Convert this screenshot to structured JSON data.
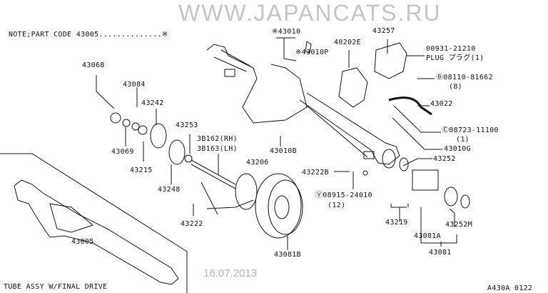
{
  "note": "NOTE;PART CODE 43005..............※",
  "watermark": "WWW.JAPANCATS.RU",
  "date_stamp": "16.07.2013",
  "footer_left": "TUBE ASSY W/FINAL DRIVE",
  "diagram_code": "A430A 0122",
  "labels": {
    "p43010": "※43010",
    "p43010P": "※43010P",
    "p40202E": "40202E",
    "p43257": "43257",
    "p00931": "00931-21210",
    "plug": "PLUG プラグ(1)",
    "p08110": "Ⓑ08110-81662",
    "q8": "(8)",
    "p43022": "43022",
    "p08723": "Ⓒ08723-11100",
    "q1": "(1)",
    "p43010G": "43010G",
    "p43252": "43252",
    "p43068": "43068",
    "p43084": "43084",
    "p43242": "43242",
    "p43253": "43253",
    "p3B162": "3B162(RH)",
    "p3B163": "3B163(LH)",
    "p43069": "43069",
    "p43215": "43215",
    "p43206": "43206",
    "p43010B": "43010B",
    "p43222B": "43222B",
    "p43248": "43248",
    "p08915": "Ⓥ08915-24010",
    "q12": "(12)",
    "p43222": "43222",
    "p43219": "43219",
    "p43252M": "43252M",
    "p43081A": "43081A",
    "p43081B": "43081B",
    "p43081": "43081",
    "p43005": "43005"
  }
}
